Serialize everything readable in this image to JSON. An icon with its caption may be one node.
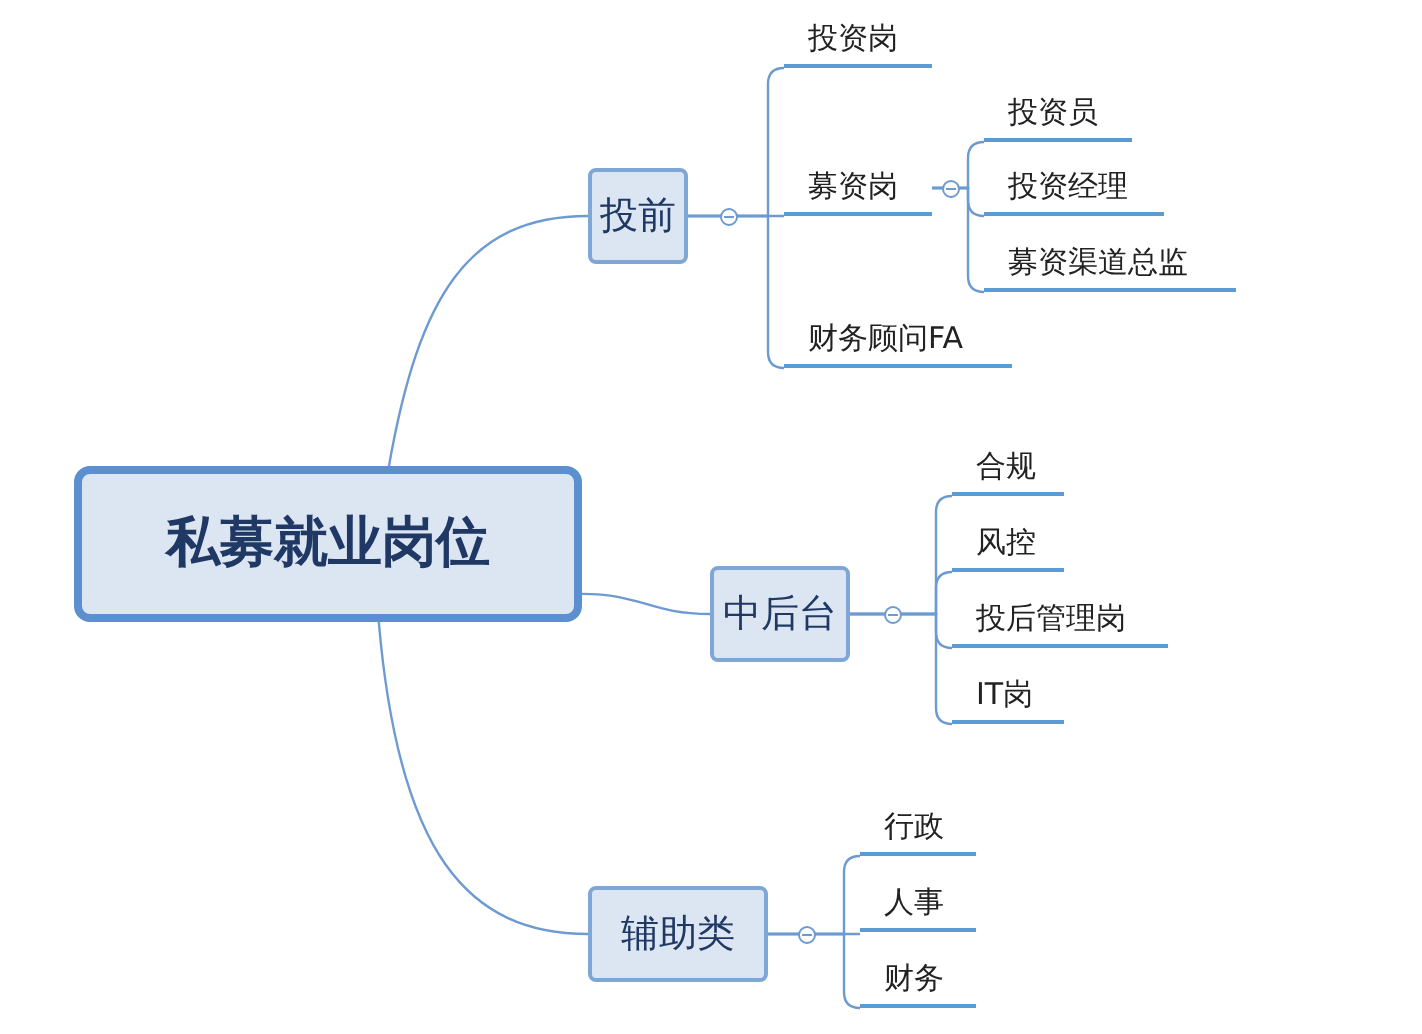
{
  "diagram": {
    "nodes": [
      {
        "text": [
          "私募就业岗位"
        ]
      },
      {
        "text": [
          "投前"
        ]
      },
      {
        "text": [
          "投资岗"
        ]
      },
      {
        "text": [
          "募资岗"
        ]
      },
      {
        "text": [
          "投资员"
        ]
      },
      {
        "text": [
          "投资经理"
        ]
      },
      {
        "text": [
          "募资渠道总监"
        ]
      },
      {
        "text": [
          "财务顾问FA"
        ]
      },
      {
        "text": [
          "中后台"
        ]
      },
      {
        "text": [
          "合规"
        ]
      },
      {
        "text": [
          "风控"
        ]
      },
      {
        "text": [
          "投后管理岗"
        ]
      },
      {
        "text": [
          "IT岗"
        ]
      },
      {
        "text": [
          "辅助类"
        ]
      },
      {
        "text": [
          "行政"
        ]
      },
      {
        "text": [
          "人事"
        ]
      },
      {
        "text": [
          "财务"
        ]
      }
    ],
    "edges": [
      {
        "from": 0,
        "to": 1,
        "arrow": "none"
      },
      {
        "from": 0,
        "to": 8,
        "arrow": "none"
      },
      {
        "from": 0,
        "to": 13,
        "arrow": "none"
      },
      {
        "from": 1,
        "to": 2,
        "arrow": "none"
      },
      {
        "from": 1,
        "to": 3,
        "arrow": "none"
      },
      {
        "from": 1,
        "to": 7,
        "arrow": "none"
      },
      {
        "from": 3,
        "to": 4,
        "arrow": "none"
      },
      {
        "from": 3,
        "to": 5,
        "arrow": "none"
      },
      {
        "from": 3,
        "to": 6,
        "arrow": "none"
      },
      {
        "from": 8,
        "to": 9,
        "arrow": "none"
      },
      {
        "from": 8,
        "to": 10,
        "arrow": "none"
      },
      {
        "from": 8,
        "to": 11,
        "arrow": "none"
      },
      {
        "from": 8,
        "to": 12,
        "arrow": "none"
      },
      {
        "from": 13,
        "to": 14,
        "arrow": "none"
      },
      {
        "from": 13,
        "to": 15,
        "arrow": "none"
      },
      {
        "from": 13,
        "to": 16,
        "arrow": "none"
      }
    ]
  }
}
